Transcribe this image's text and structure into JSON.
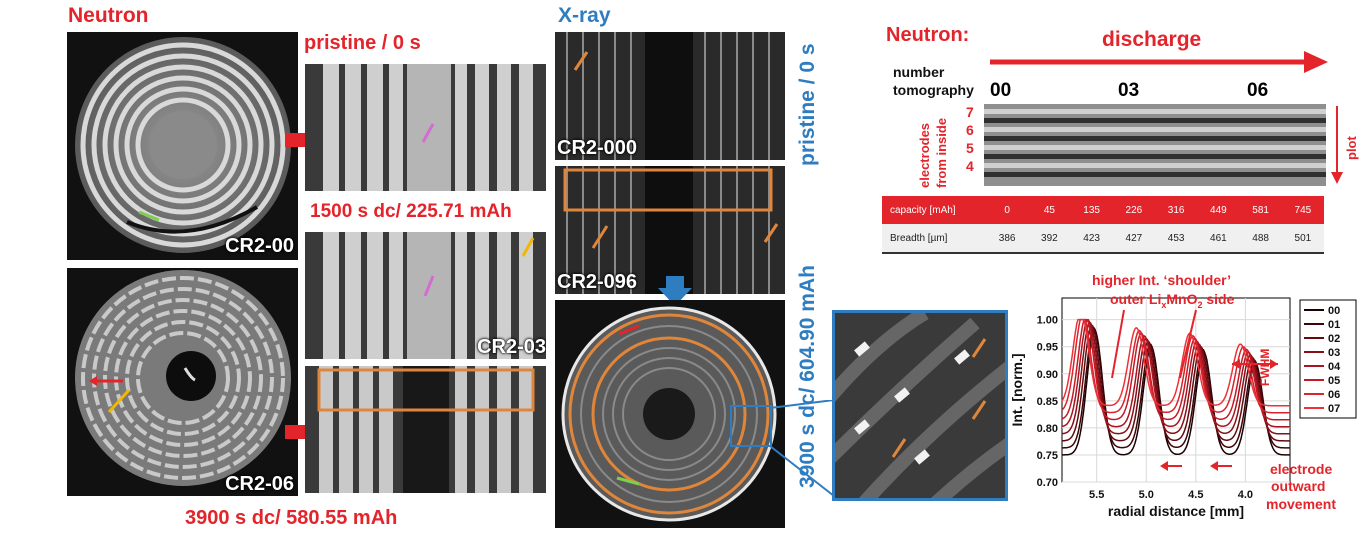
{
  "left": {
    "title": "Neutron",
    "labels": {
      "pristine": "pristine / 0 s",
      "step1500": "1500 s dc/ 225.71 mAh",
      "step3900": "3900 s dc/ 580.55 mAh",
      "cr200": "CR2-00",
      "cr203": "CR2-03",
      "cr206": "CR2-06"
    }
  },
  "xray": {
    "title": "X-ray",
    "pristine": "pristine / 0 s",
    "step": "3900 s dc/ 604.90 mAh",
    "cr2000": "CR2-000",
    "cr2096": "CR2-096"
  },
  "neutron_right": {
    "title": "Neutron:",
    "discharge": "discharge",
    "number": "number",
    "tomography": "tomography",
    "tomo_ids": [
      "00",
      "03",
      "06"
    ],
    "electrodes_label_1": "electrodes",
    "electrodes_label_2": "from inside",
    "electrode_numbers": [
      "7",
      "6",
      "5",
      "4"
    ],
    "plot": "plot",
    "table": {
      "row1_label": "capacity [mAh]",
      "row1": [
        "0",
        "45",
        "135",
        "226",
        "316",
        "449",
        "581",
        "745"
      ],
      "row2_label": "Breadth [µm]",
      "row2": [
        "386",
        "392",
        "423",
        "427",
        "453",
        "461",
        "488",
        "501"
      ]
    }
  },
  "chart_data": {
    "type": "line",
    "xlabel": "radial distance [mm]",
    "ylabel": "Int. [norm.]",
    "xlim": [
      5.85,
      3.55
    ],
    "ylim": [
      0.7,
      1.04
    ],
    "x_ticks": [
      5.5,
      5.0,
      4.5,
      4.0
    ],
    "y_ticks": [
      0.7,
      0.75,
      0.8,
      0.85,
      0.9,
      0.95,
      1.0
    ],
    "legend_position": "right",
    "series": [
      {
        "name": "00",
        "color": "#1a0000",
        "peaks": [
          5.52,
          4.95,
          4.42,
          3.9
        ]
      },
      {
        "name": "01",
        "color": "#3d0508",
        "peaks": [
          5.53,
          4.96,
          4.43,
          3.91
        ]
      },
      {
        "name": "02",
        "color": "#620a10",
        "peaks": [
          5.55,
          4.98,
          4.45,
          3.93
        ]
      },
      {
        "name": "03",
        "color": "#860f18",
        "peaks": [
          5.57,
          5.0,
          4.47,
          3.95
        ]
      },
      {
        "name": "04",
        "color": "#a8141f",
        "peaks": [
          5.59,
          5.02,
          4.49,
          3.97
        ]
      },
      {
        "name": "05",
        "color": "#c41a26",
        "peaks": [
          5.61,
          5.05,
          4.51,
          3.99
        ]
      },
      {
        "name": "06",
        "color": "#d9232d",
        "peaks": [
          5.64,
          5.07,
          4.53,
          4.02
        ]
      },
      {
        "name": "07",
        "color": "#ec3237",
        "peaks": [
          5.66,
          5.1,
          4.56,
          4.05
        ]
      }
    ],
    "annotations": {
      "shoulder_1": "higher Int. ‘shoulder’",
      "shoulder_2a": "outer Li",
      "shoulder_2b": "x",
      "shoulder_2c": "MnO",
      "shoulder_2d": "2",
      "shoulder_2e": " side",
      "fwhm": "FWHM",
      "movement_1": "electrode",
      "movement_2": "outward",
      "movement_3": "movement"
    }
  }
}
